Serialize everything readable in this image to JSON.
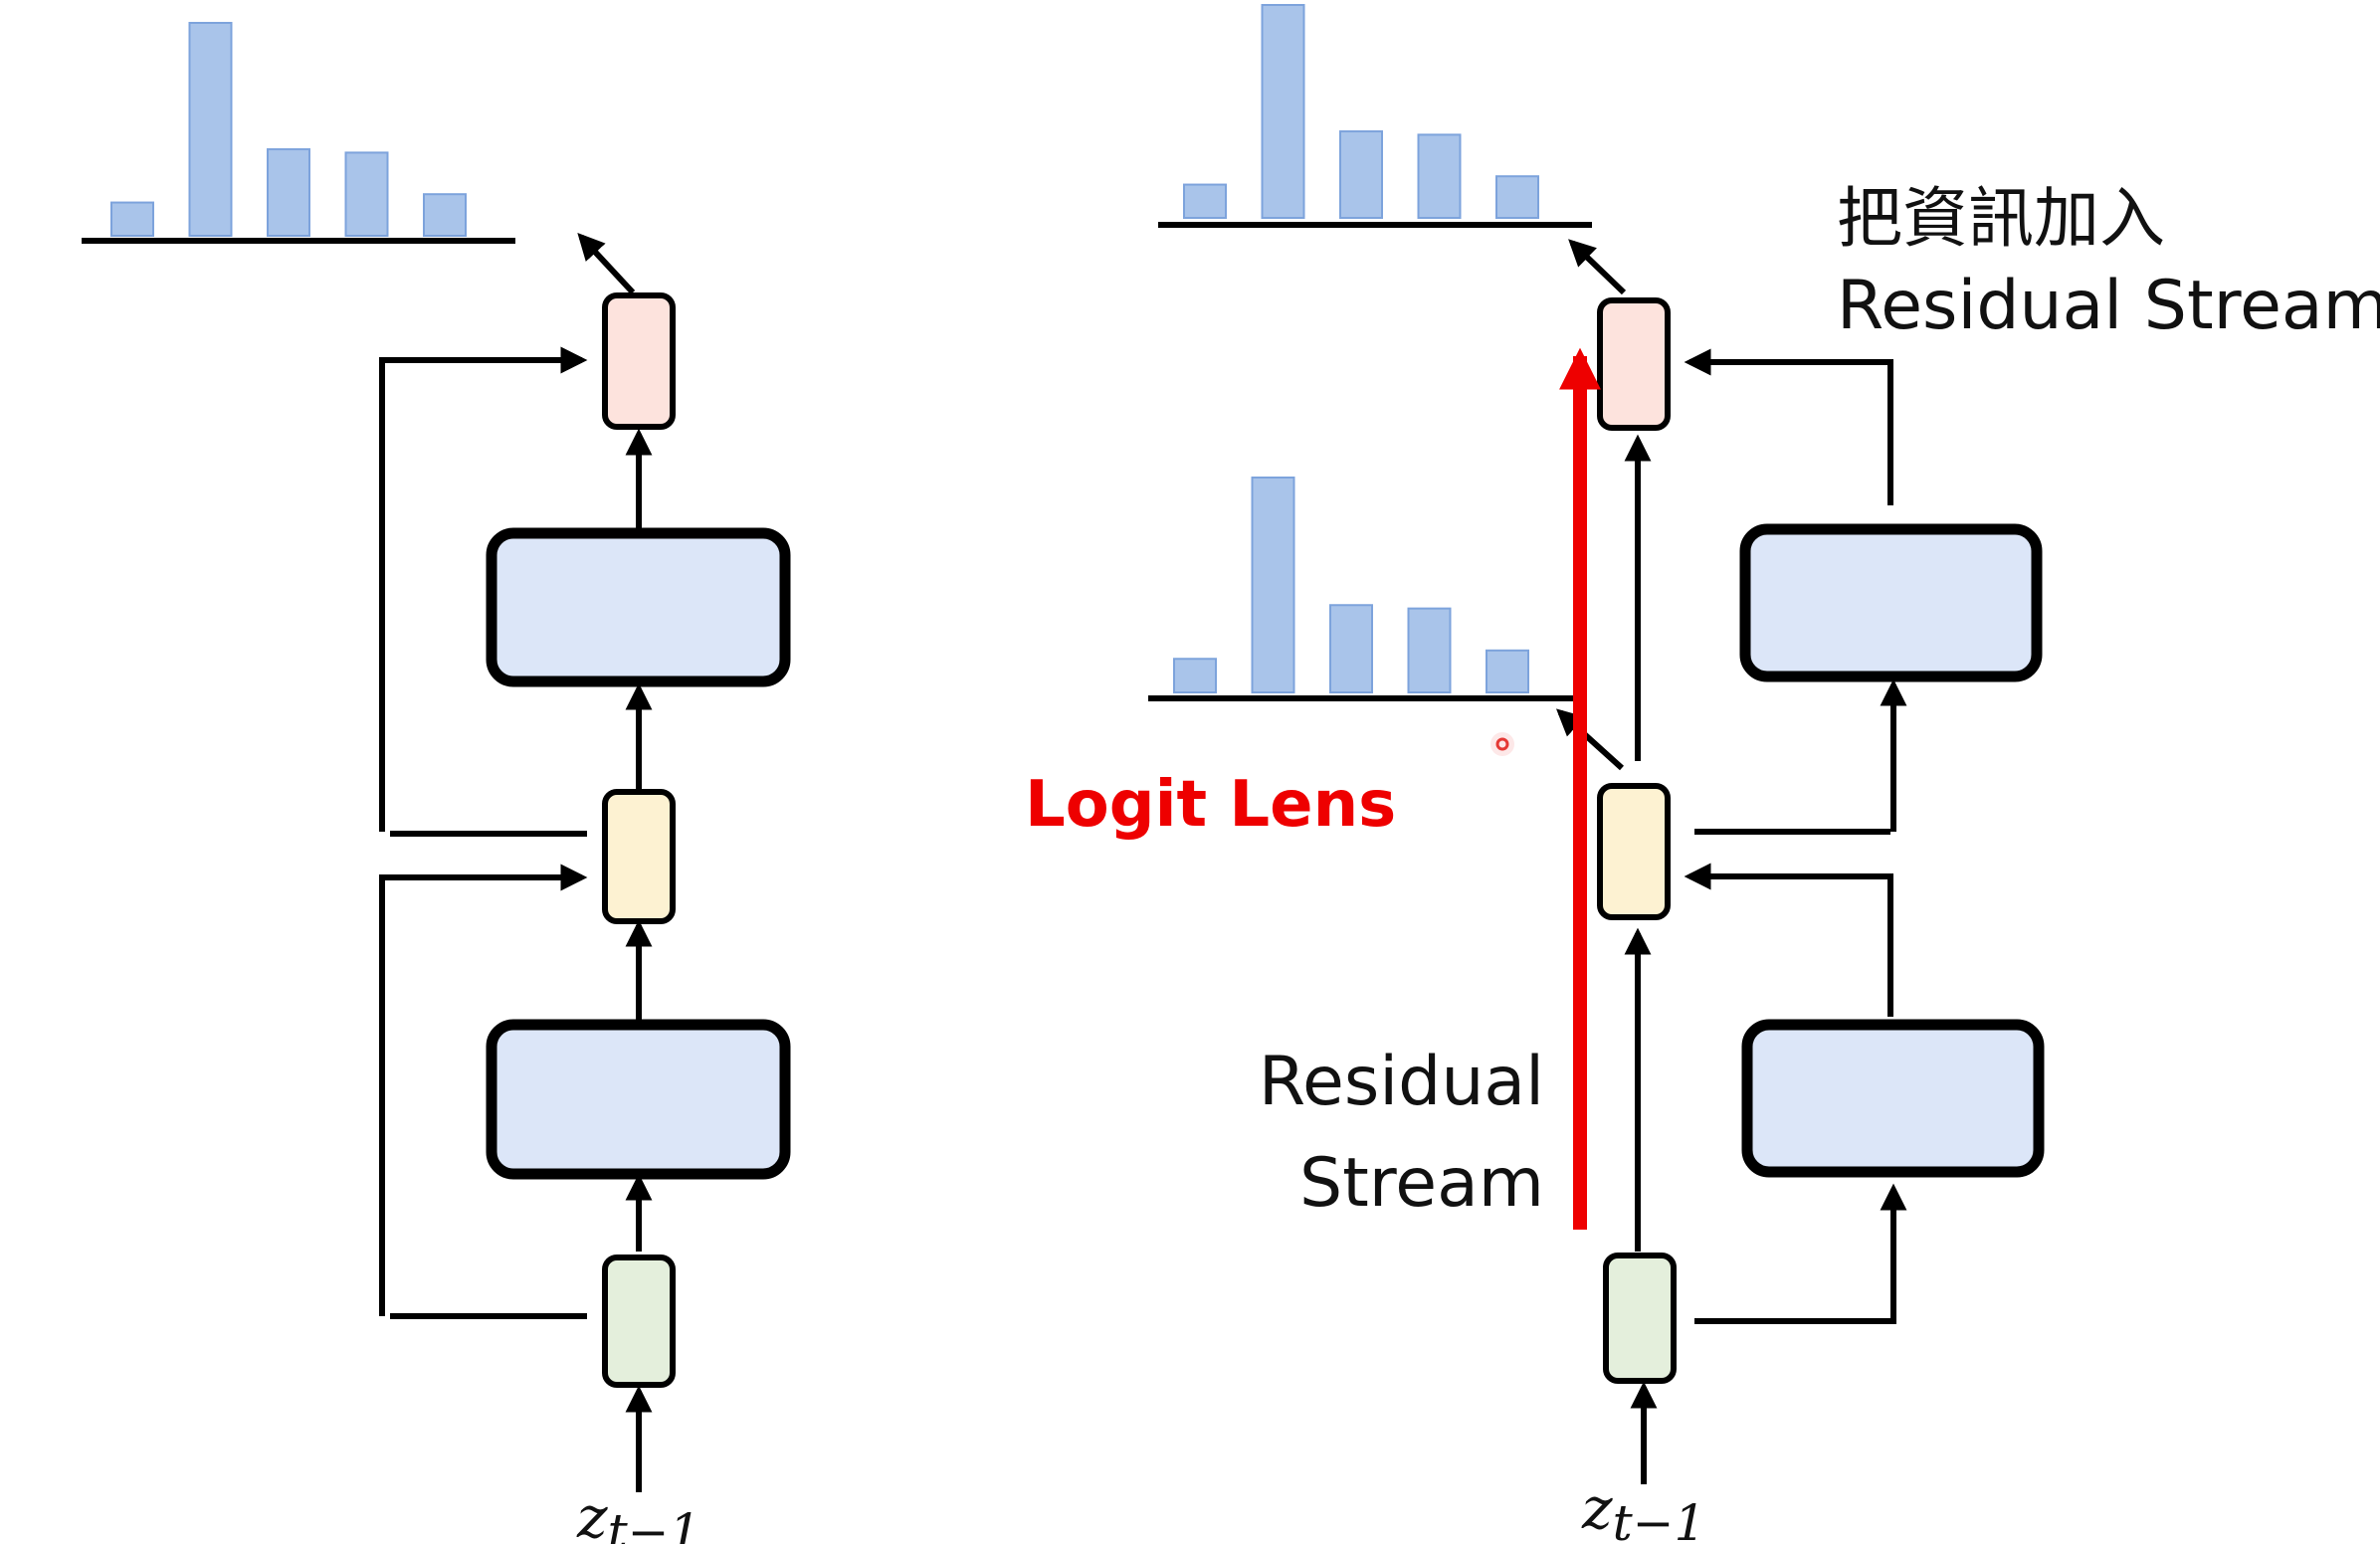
{
  "colors": {
    "block_fill": "#dce6f8",
    "output_node_fill": "#fde3dd",
    "mid_node_fill": "#fdf2d2",
    "input_node_fill": "#e4efdc",
    "bar_fill": "#a9c4ea",
    "bar_stroke": "#7da3dc",
    "lens_red": "#ee0000"
  },
  "left_diagram": {
    "input_label": "z",
    "input_subscript": "t−1"
  },
  "right_diagram": {
    "input_label": "z",
    "input_subscript": "t−1",
    "annotation_line1": "把資訊加入",
    "annotation_line2": "Residual Stream",
    "residual_line1": "Residual",
    "residual_line2": "Stream",
    "logit_lens_label": "Logit Lens"
  },
  "chart_data": [
    {
      "type": "bar",
      "values": [
        20,
        128,
        52,
        50,
        25
      ]
    },
    {
      "type": "bar",
      "values": [
        20,
        128,
        52,
        50,
        25
      ]
    },
    {
      "type": "bar",
      "values": [
        20,
        128,
        52,
        50,
        25
      ]
    }
  ]
}
